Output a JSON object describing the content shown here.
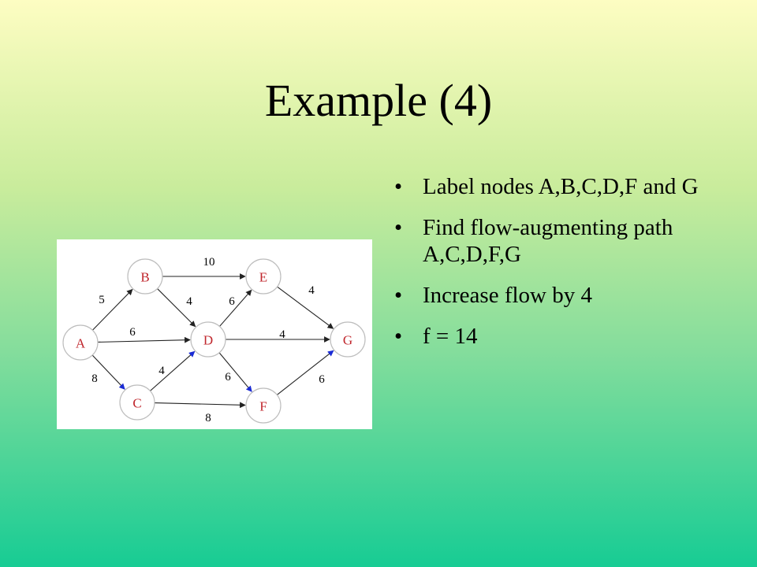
{
  "slide": {
    "title": "Example (4)",
    "bullets": [
      {
        "text": "Label nodes A,B,C,D,F and G"
      },
      {
        "text": "Find flow-augmenting path A,C,D,F,G"
      },
      {
        "text": "Increase flow by 4"
      },
      {
        "text": "f = 14"
      }
    ]
  },
  "diagram": {
    "colors": {
      "node_label": "#c0272d",
      "augmenting_arrow": "#1a2bd4",
      "edge": "#222222"
    },
    "nodes": [
      {
        "id": "A",
        "label": "A"
      },
      {
        "id": "B",
        "label": "B"
      },
      {
        "id": "C",
        "label": "C"
      },
      {
        "id": "D",
        "label": "D"
      },
      {
        "id": "E",
        "label": "E"
      },
      {
        "id": "F",
        "label": "F"
      },
      {
        "id": "G",
        "label": "G"
      }
    ],
    "edges": [
      {
        "from": "A",
        "to": "B",
        "label": "5",
        "augmenting": false
      },
      {
        "from": "A",
        "to": "D",
        "label": "6",
        "augmenting": false
      },
      {
        "from": "A",
        "to": "C",
        "label": "8",
        "augmenting": true
      },
      {
        "from": "B",
        "to": "E",
        "label": "10",
        "augmenting": false
      },
      {
        "from": "B",
        "to": "D",
        "label": "4",
        "augmenting": false
      },
      {
        "from": "C",
        "to": "D",
        "label": "4",
        "augmenting": true
      },
      {
        "from": "C",
        "to": "F",
        "label": "8",
        "augmenting": false
      },
      {
        "from": "D",
        "to": "E",
        "label": "6",
        "augmenting": false
      },
      {
        "from": "D",
        "to": "G",
        "label": "4",
        "augmenting": false
      },
      {
        "from": "D",
        "to": "F",
        "label": "6",
        "augmenting": true
      },
      {
        "from": "E",
        "to": "G",
        "label": "4",
        "augmenting": false
      },
      {
        "from": "F",
        "to": "G",
        "label": "6",
        "augmenting": true
      }
    ]
  }
}
